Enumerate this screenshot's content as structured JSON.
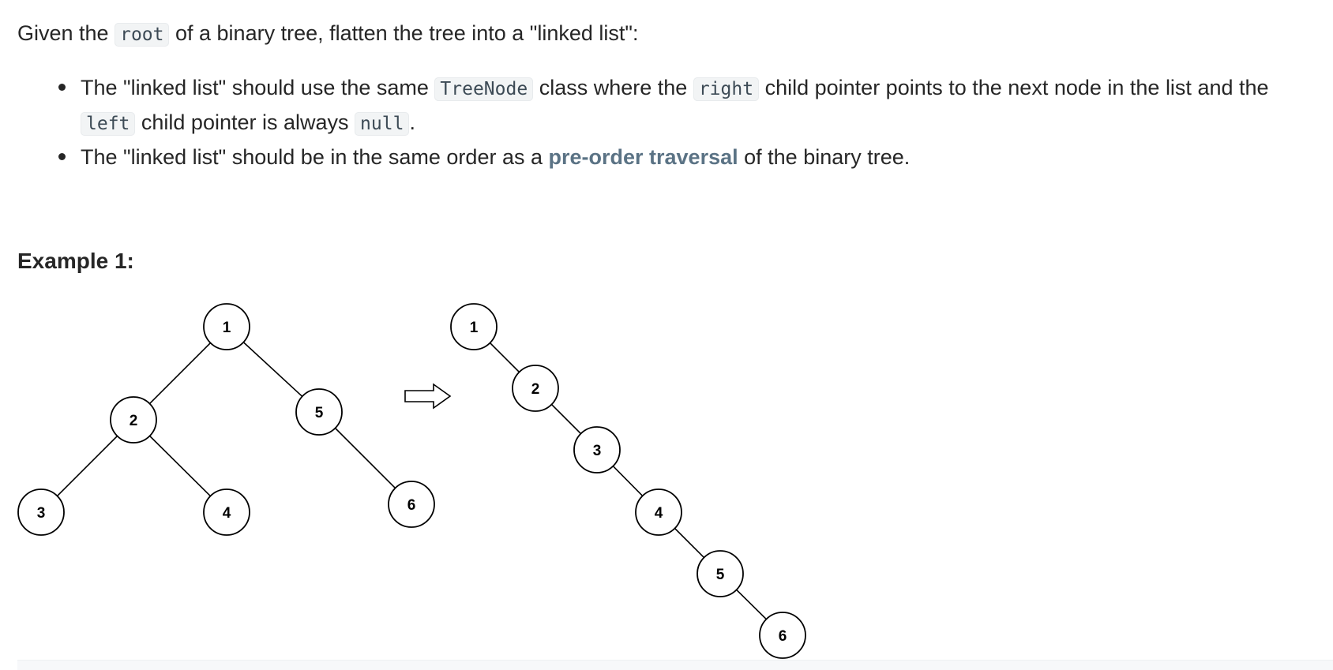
{
  "intro": {
    "prefix": "Given the",
    "code": "root",
    "suffix": "of a binary tree, flatten the tree into a \"linked list\":"
  },
  "bullets": {
    "b1": {
      "t1": "The \"linked list\" should use the same",
      "c1": "TreeNode",
      "t2": "class where the",
      "c2": "right",
      "t3": "child pointer points to the next node in the list and the",
      "c3": "left",
      "t4": "child pointer is always",
      "c4": "null",
      "t5": "."
    },
    "b2": {
      "t1": "The \"linked list\" should be in the same order as a",
      "link": "pre-order traversal",
      "t2": "of the binary tree."
    }
  },
  "example": {
    "title": "Example 1:"
  },
  "diagram": {
    "tree_nodes": [
      {
        "label": "1"
      },
      {
        "label": "2"
      },
      {
        "label": "5"
      },
      {
        "label": "3"
      },
      {
        "label": "4"
      },
      {
        "label": "6"
      }
    ],
    "list_nodes": [
      {
        "label": "1"
      },
      {
        "label": "2"
      },
      {
        "label": "3"
      },
      {
        "label": "4"
      },
      {
        "label": "5"
      },
      {
        "label": "6"
      }
    ]
  }
}
